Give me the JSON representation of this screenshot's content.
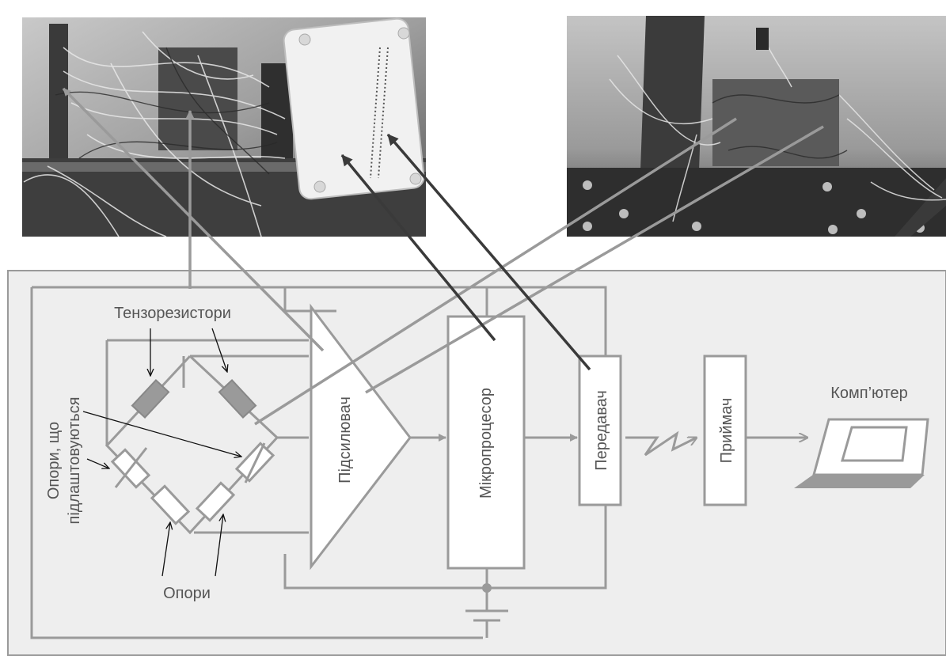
{
  "labels": {
    "strain_gauges": "Тензорезистори",
    "adjustable_resistors": "Опори, що підлаштовуються",
    "adjustable_line1": "Опори, що",
    "adjustable_line2": "підлаштовуються",
    "resistors": "Опори",
    "amplifier": "Підсилювач",
    "microprocessor": "Мікропроцесор",
    "transmitter": "Передавач",
    "receiver": "Приймач",
    "computer": "Комп’ютер"
  },
  "photos": {
    "left": "photo-left-electronics-box",
    "right": "photo-right-mounted-board"
  },
  "colors": {
    "panel_bg": "#eeeeee",
    "wire": "#9a9a9a",
    "dark_arrow": "#3a3a3a",
    "gauge_fill": "#9a9a9a",
    "text": "#555555"
  }
}
